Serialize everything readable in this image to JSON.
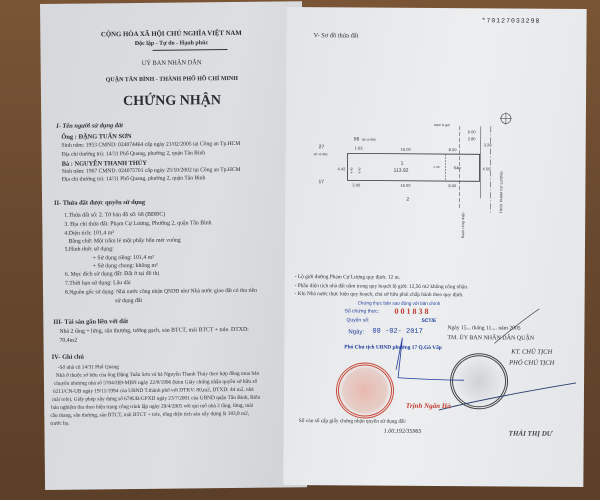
{
  "left_page": {
    "header": {
      "republic": "CỘNG HÒA XÃ HỘI CHỦ NGHĨA VIỆT NAM",
      "motto": "Độc lập - Tự do - Hạnh phúc",
      "committee": "UỶ BAN NHÂN DÂN",
      "district": "QUẬN TÂN BÌNH - THÀNH PHỐ HỒ CHÍ MINH",
      "title": "CHỨNG NHẬN"
    },
    "section1": {
      "heading": "I- Tên người sử dụng đất",
      "lines": [
        "Ông : ĐẶNG TUẤN SƠN",
        "Sinh năm: 1953   CMND: 024074464          cấp ngày  21/02/2005  tại Công an Tp.HCM",
        "Địa chỉ thường trú: 14/31 Phổ Quang, phường 2, quận Tân Bình",
        "Bà : NGUYỄN THANH THỦY",
        "Sinh năm: 1967   CMND: 024075701          cấp ngày  25/10/2002  tại Công an Tp.HCM",
        "Địa chỉ thường trú: 14/31 Phổ Quang, phường 2, quận Tân Bình"
      ]
    },
    "section2": {
      "heading": "II- Thửa đất được quyền sử dụng",
      "lines": [
        "1.Thửa đất số:                              2. Tờ bản đồ số:  68 (BĐĐC)",
        "3. Địa chỉ thửa đất:    Phạm Cự Lượng, Phường 2, quận Tân Bình",
        "4.Diện tích:    101,4                            m²",
        "Bằng chữ:   Một trăm lẻ một phẩy bốn mét vuông",
        "5.Hình thức sử dụng:",
        "+ Sử dụng riêng:      101,4           m²",
        "+ Sử dụng chung:    không           m²",
        "6. Mục đích sử dụng đất: Đất ở tại đô thị",
        "7.Thời hạn sử dụng: Lâu dài",
        "8.Nguồn gốc sử dụng: Nhà nước công nhận QSDĐ như Nhà nước giao đất có thu tiền",
        "sử dụng đất"
      ]
    },
    "section3": {
      "heading": "III- Tài sản gắn liền với đất",
      "lines": [
        "Nhà 2 tầng + lửng, sân thượng, tường gạch, sàn BTCT, mái BTCT + tole. DTXD:",
        "70,4m2"
      ]
    },
    "section4": {
      "heading": "IV- Ghi chú",
      "lines": [
        "-Số nhà cũ 14/31 Phổ Quang",
        "Nhà ở thuộc sở hữu của ông Đặng Tuấn Sơn và bà Nguyễn Thanh Thủy theo hợp đồng mua bán",
        "chuyển nhượng nhà số 5704/HĐ-MBN ngày 22/8/1996 (kèm Giấy chứng nhận quyền sở hữu số",
        "6211/CN-UB ngày 19/11/1994 của UBND T.thành phố với DTKV: 80,m2, DTXD: 44 m2, nhà",
        "mái tole). Giấy phép xây dựng số 678UB/GPXD ngày 23/7/2001 của UBND quận Tân Bình, Biên",
        "bản nghiệm thu theo hiện trạng công trình lập ngày 29/4/2005 với qui mô nhà 2 tầng, lửng, mái",
        "cầu thang, sân thượng, sàn BTCT, mái BTCT + tole, tổng diện tích sàn xây dựng là 183,9 m2,",
        "trước bạ."
      ]
    }
  },
  "right_page": {
    "serial": "*70127033298",
    "section5_heading": "V- Sơ đồ thửa đất",
    "diagram": {
      "labels": {
        "neighbor_top": "56",
        "neighbor_top_note": "(tờ số đất)",
        "neighbor_left_top": "27",
        "neighbor_left_note": "(tờ số đất)",
        "neighbor_left_bottom": "17",
        "neighbor_bottom": "2",
        "parcel_no": "1",
        "parcel_area": "113.92",
        "yard": "Sân",
        "boundary_top": "Ranh lộ giới",
        "boundary_side": "Ranh công nhận",
        "street": "TIM Đ. PHẠM CỰ LƯỢNG"
      },
      "dimensions": {
        "top_left": "1.63",
        "top_mid": "16.00",
        "top_right": "8.00",
        "bottom_left": "2.00",
        "bottom_mid": "16.00",
        "bottom_right": "8.00",
        "left_side": "4.42",
        "inner_left_a": "4.40",
        "inner_left_b": "4.40",
        "inner_mid": "4.40",
        "right_side": "4.50",
        "setback_a": "6.00",
        "setback_b": "2.80",
        "setback_c": "3.20"
      }
    },
    "notes": [
      "- Lộ giới đường Phạm Cự Lượng quy định: 12 m.",
      "- Phần diện tích nhà đất nằm trong quy hoạch lộ giới: 12,56 m2 không công nhận.",
      "- Khi Nhà nước thực hiện quy hoạch, chủ sở hữu phải chấp hành theo quy định."
    ],
    "certification_stamp": {
      "line1": "Chứng thực bản sao đúng với bản chính",
      "number_label": "Số chứng thực:",
      "number": "001838",
      "book_label": "Quyển số:",
      "book": "SCT/E",
      "date_label": "Ngày:",
      "date": "08 -02- 2017",
      "signer_title": "Phó Chủ tịch UBND phường 17 Q.Gò Vấp",
      "signer_name": "Trịnh Ngân Hà"
    },
    "issue": {
      "date_line": "Ngày 15... tháng 11.... năm  2005",
      "org": "TM. ỦY BAN NHÂN DÂN QUẬN",
      "role1": "KT. CHỦ TỊCH",
      "role2": "PHÓ CHỦ TỊCH",
      "signer": "THÁI THỊ DƯ",
      "register_label": "Số vào sổ cấp giấy chứng nhận quyền sử dụng đất:",
      "register_no": "1.00,192/35965"
    }
  }
}
